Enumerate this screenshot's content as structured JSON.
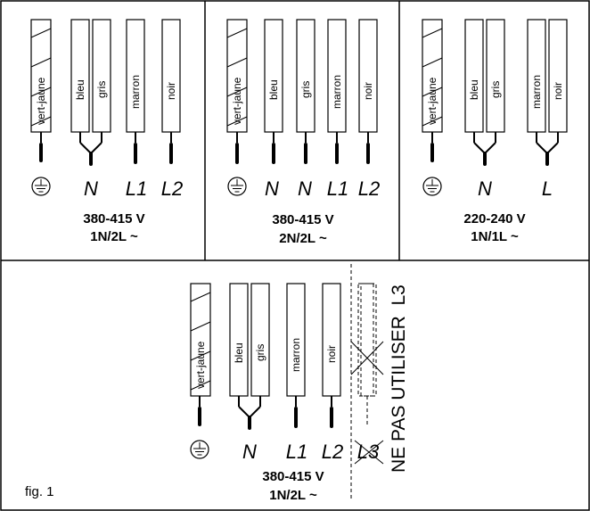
{
  "figure_label": "fig. 1",
  "warning_text": "NE PAS UTILISER  L3",
  "colors": {
    "line": "#000000",
    "background": "#ffffff"
  },
  "panels": [
    {
      "wires": [
        "vert-jaune",
        "bleu",
        "gris",
        "marron",
        "noir"
      ],
      "terminals": [
        "N",
        "L1",
        "L2"
      ],
      "voltage": "380-415 V",
      "config": "1N/2L ~"
    },
    {
      "wires": [
        "vert-jaune",
        "bleu",
        "gris",
        "marron",
        "noir"
      ],
      "terminals": [
        "N",
        "N",
        "L1",
        "L2"
      ],
      "voltage": "380-415 V",
      "config": "2N/2L ~"
    },
    {
      "wires": [
        "vert-jaune",
        "bleu",
        "gris",
        "marron",
        "noir"
      ],
      "terminals": [
        "N",
        "L"
      ],
      "voltage": "220-240 V",
      "config": "1N/1L ~"
    },
    {
      "wires": [
        "vert-jaune",
        "bleu",
        "gris",
        "marron",
        "noir"
      ],
      "terminals": [
        "N",
        "L1",
        "L2",
        "L3"
      ],
      "voltage": "380-415 V",
      "config": "1N/2L ~"
    }
  ]
}
